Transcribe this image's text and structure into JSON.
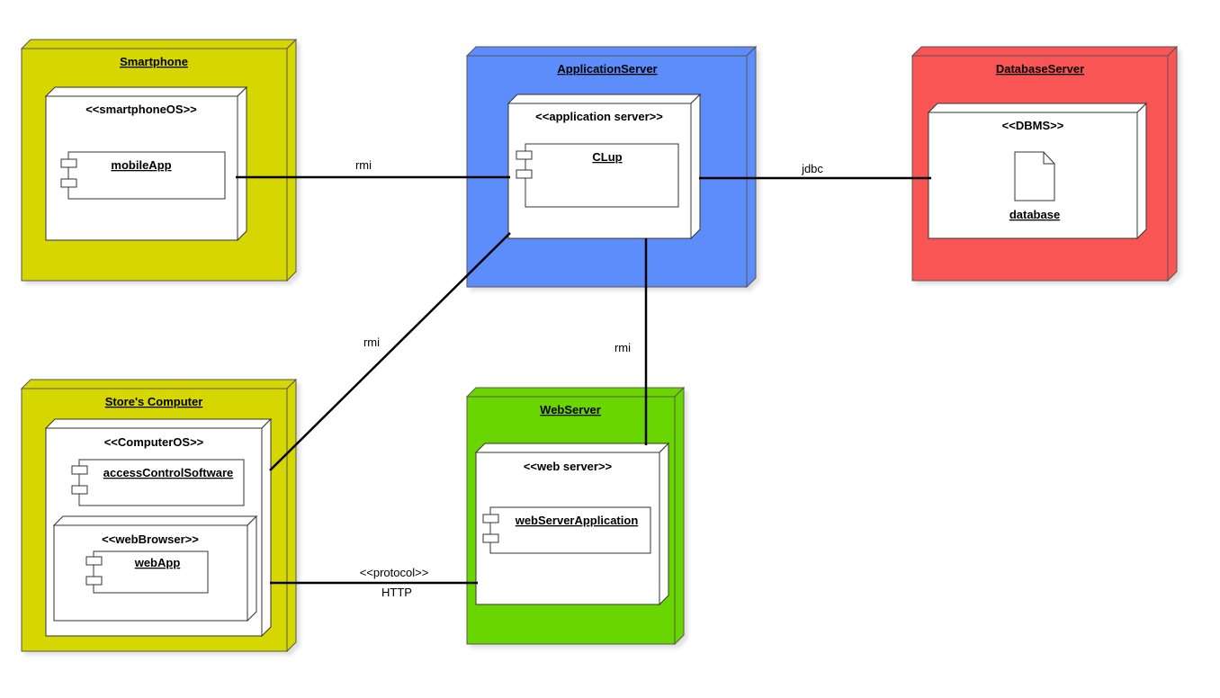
{
  "nodes": {
    "smartphone": {
      "title": "Smartphone",
      "color": "#d6d600",
      "env": {
        "stereotype": "<<smartphoneOS>>",
        "component": "mobileApp"
      }
    },
    "application_server": {
      "title": "ApplicationServer",
      "color": "#5b8dfa",
      "env": {
        "stereotype": "<<application server>>",
        "component": "CLup"
      }
    },
    "database_server": {
      "title": "DatabaseServer",
      "color": "#fa5555",
      "env": {
        "stereotype": "<<DBMS>>",
        "artifact": "database"
      }
    },
    "stores_computer": {
      "title": "Store's Computer",
      "color": "#d6d600",
      "env": {
        "stereotype": "<<ComputerOS>>",
        "component": "accessControlSoftware",
        "browser": {
          "stereotype": "<<webBrowser>>",
          "component": "webApp"
        }
      }
    },
    "web_server": {
      "title": "WebServer",
      "color": "#6ad600",
      "env": {
        "stereotype": "<<web server>>",
        "component": "webServerApplication"
      }
    }
  },
  "edges": {
    "mobile_to_app": {
      "label": "rmi"
    },
    "app_to_db": {
      "label": "jdbc"
    },
    "store_to_app": {
      "label": "rmi"
    },
    "web_to_app": {
      "label": "rmi"
    },
    "store_to_web": {
      "label_line1": "<<protocol>>",
      "label_line2": "HTTP"
    }
  }
}
